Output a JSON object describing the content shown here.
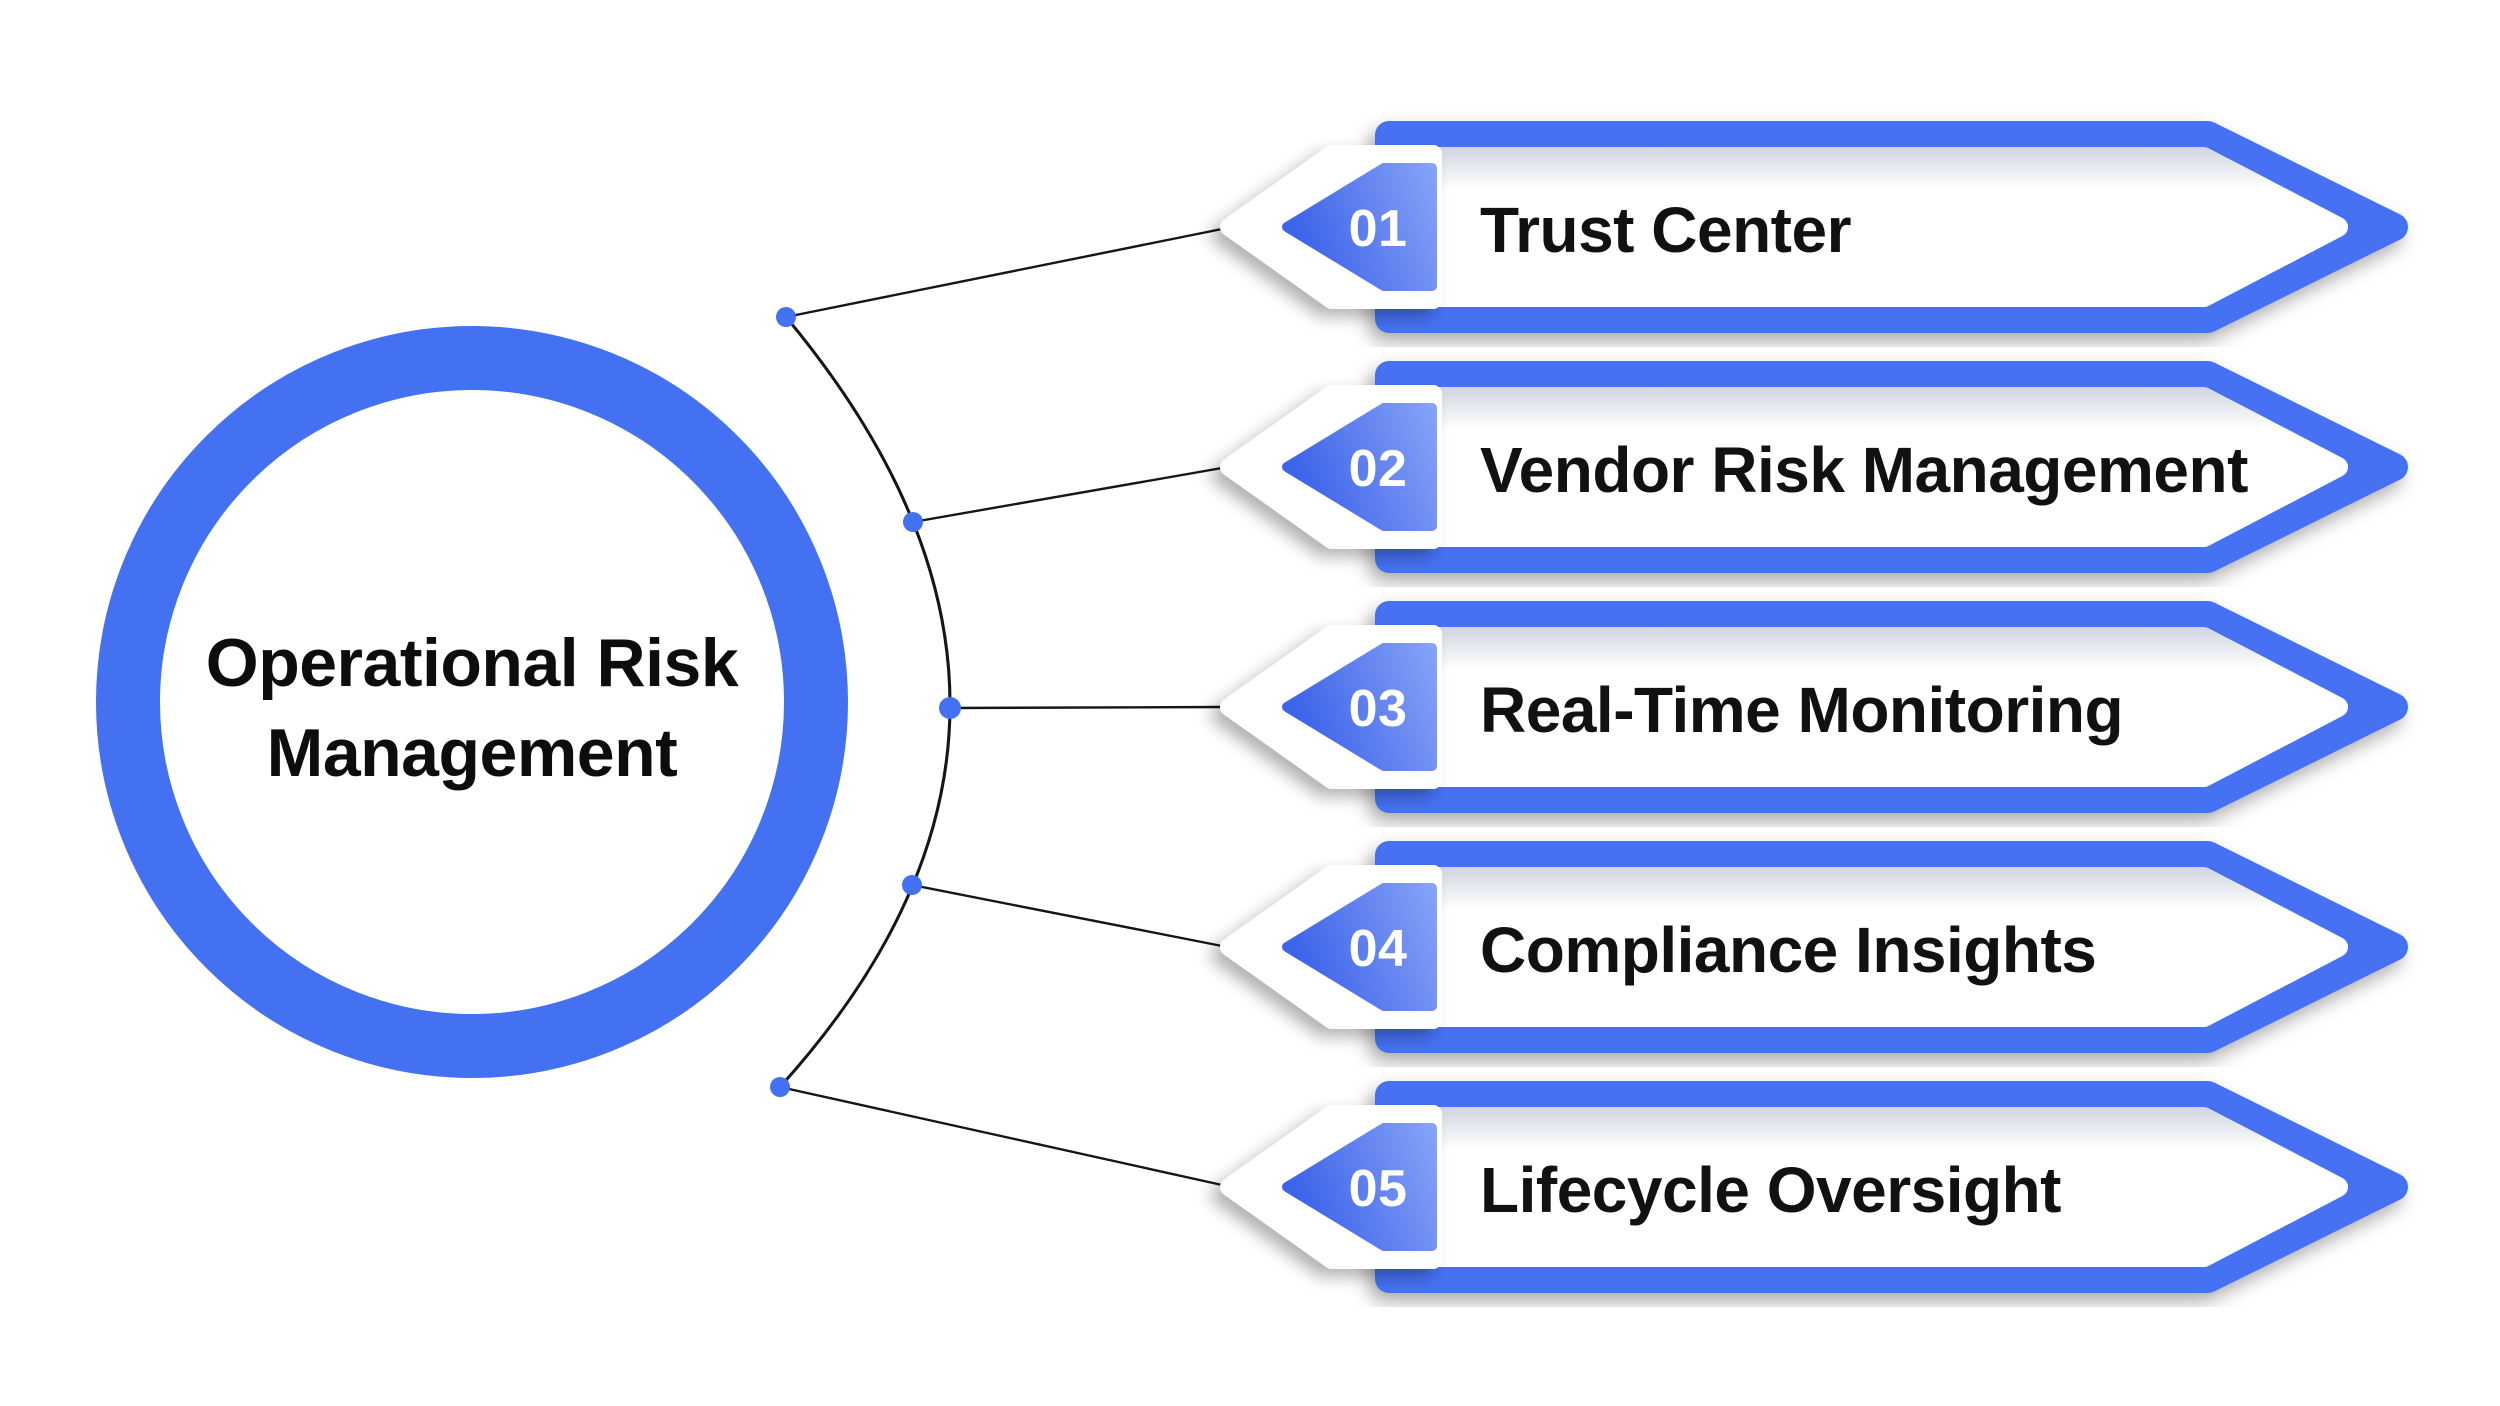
{
  "center": {
    "title_line1": "Operational Risk",
    "title_line2": "Management"
  },
  "items": [
    {
      "number": "01",
      "label": "Trust Center"
    },
    {
      "number": "02",
      "label": "Vendor Risk Management"
    },
    {
      "number": "03",
      "label": "Real-Time Monitoring"
    },
    {
      "number": "04",
      "label": "Compliance Insights"
    },
    {
      "number": "05",
      "label": "Lifecycle Oversight"
    }
  ],
  "colors": {
    "accent_blue": "#4471F2",
    "pentagon_gradient_start": "#3E64E9",
    "pentagon_gradient_end": "#85A2F7",
    "connector_line": "#161616",
    "title_text": "#0D0D0D",
    "label_text": "#111111",
    "number_text": "#FFFFFF",
    "background": "#FFFFFF"
  }
}
